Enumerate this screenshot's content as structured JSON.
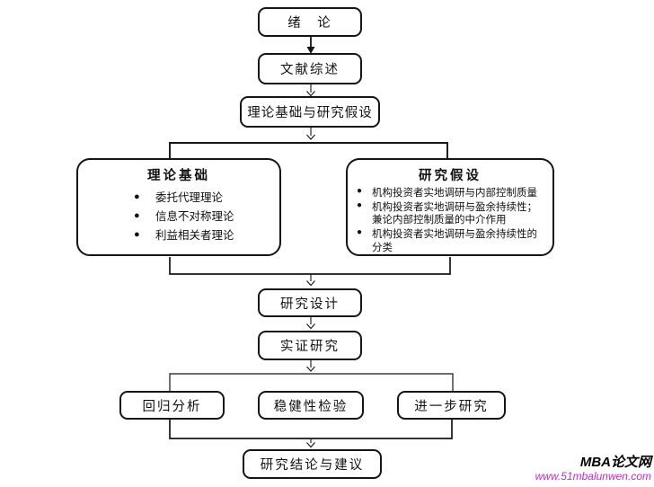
{
  "nodes": {
    "intro": "绪　论",
    "literature": "文献综述",
    "theory_hypothesis": "理论基础与研究假设",
    "research_design": "研究设计",
    "empirical": "实证研究",
    "regression": "回归分析",
    "robustness": "稳健性检验",
    "further": "进一步研究",
    "conclusion": "研究结论与建议"
  },
  "theory_box": {
    "title": "理论基础",
    "bullets": [
      "委托代理理论",
      "信息不对称理论",
      "利益相关者理论"
    ]
  },
  "hypothesis_box": {
    "title": "研究假设",
    "bullets": [
      "机构投资者实地调研与内部控制质量",
      "机构投资者实地调研与盈余持续性；兼论内部控制质量的中介作用",
      "机构投资者实地调研与盈余持续性的分类"
    ]
  },
  "glyphs": {
    "bullet": "●"
  },
  "watermark": {
    "site_name": "MBA论文网",
    "site_url": "www.51mbalunwen.com",
    "url_color": "#c42cc4"
  },
  "colors": {
    "line": "#151515",
    "background": "#ffffff"
  }
}
